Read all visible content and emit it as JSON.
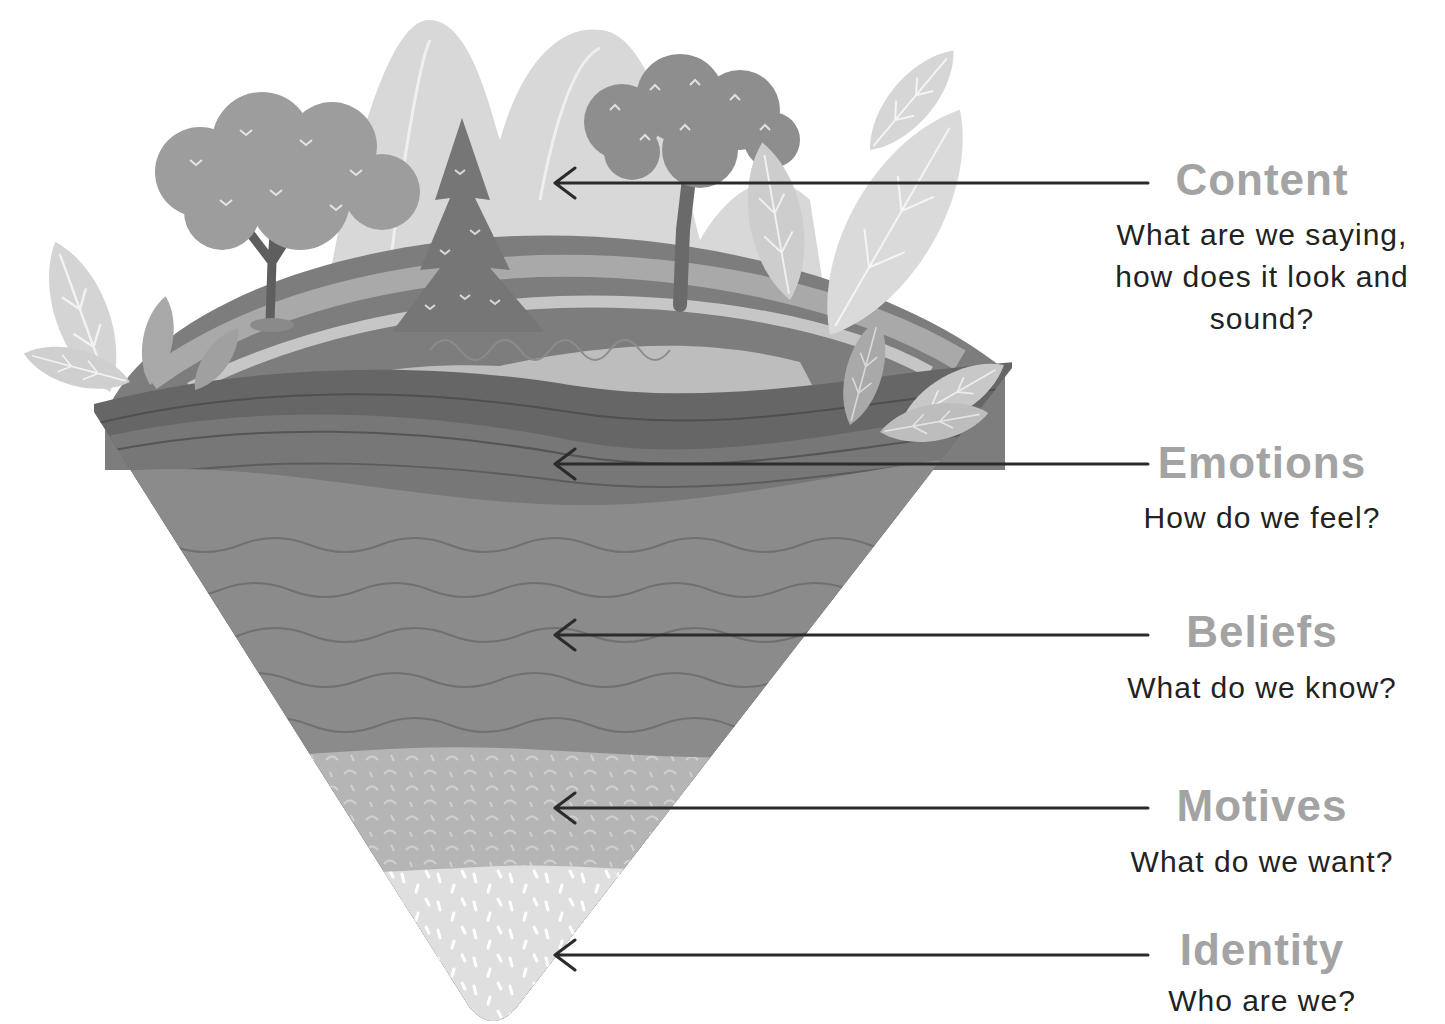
{
  "diagram": {
    "labels": [
      "Content",
      "What are we saying, how does it look and sound?",
      "Emotions",
      "How do we feel?",
      "Beliefs",
      "What do we know?",
      "Motives",
      "What do we want?",
      "Identity",
      "Who are we?"
    ]
  }
}
